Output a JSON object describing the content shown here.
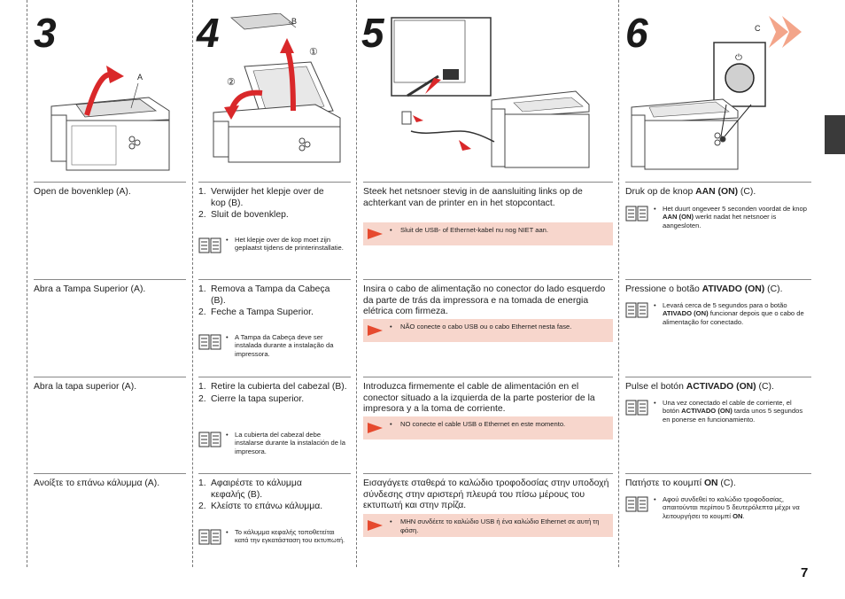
{
  "steps": {
    "s3": "3",
    "s4": "4",
    "s5": "5",
    "s6": "6"
  },
  "labels": {
    "a": "A",
    "b": "B",
    "c": "C",
    "one": "①",
    "two": "②"
  },
  "nl": {
    "s3": "Open de bovenklep (A).",
    "s4_1": "Verwijder het klepje over de kop (B).",
    "s4_2": "Sluit de bovenklep.",
    "s4_note": "Het klepje over de kop moet zijn geplaatst tijdens de printerinstallatie.",
    "s5": "Steek het netsnoer stevig in de aansluiting links op de achterkant van de printer en in het stopcontact.",
    "s5_warn": "Sluit de USB- of Ethernet-kabel nu nog NIET aan.",
    "s6_pre": "Druk op de knop ",
    "s6_bold": "AAN (ON)",
    "s6_post": " (C).",
    "s6_note_pre": "Het duurt ongeveer 5 seconden voordat de knop ",
    "s6_note_bold": "AAN (ON)",
    "s6_note_post": " werkt nadat het netsnoer is aangesloten."
  },
  "pt": {
    "s3": "Abra a Tampa Superior (A).",
    "s4_1": "Remova a Tampa da Cabeça (B).",
    "s4_2": "Feche a Tampa Superior.",
    "s4_note": "A Tampa da Cabeça deve ser instalada durante a instalação da impressora.",
    "s5": "Insira o cabo de alimentação no conector do lado esquerdo da parte de trás da impressora e na tomada de energia elétrica com firmeza.",
    "s5_warn": "NÃO conecte o cabo USB ou o cabo Ethernet nesta fase.",
    "s6_pre": "Pressione o botão ",
    "s6_bold": "ATIVADO (ON)",
    "s6_post": " (C).",
    "s6_note_pre": "Levará cerca de 5 segundos para o botão ",
    "s6_note_bold": "ATIVADO (ON)",
    "s6_note_post": " funcionar depois que o cabo de alimentação for conectado."
  },
  "es": {
    "s3": "Abra la tapa superior (A).",
    "s4_1": "Retire la cubierta del cabezal (B).",
    "s4_2": "Cierre la tapa superior.",
    "s4_note": "La cubierta del cabezal debe instalarse durante la instalación de la impresora.",
    "s5": "Introduzca firmemente el cable de alimentación en el conector situado a la izquierda de la parte posterior de la impresora y a la toma de corriente.",
    "s5_warn": "NO conecte el cable USB o Ethernet en este momento.",
    "s6_pre": "Pulse el botón ",
    "s6_bold": "ACTIVADO (ON)",
    "s6_post": " (C).",
    "s6_note_pre": "Una vez conectado el cable de corriente, el botón ",
    "s6_note_bold": "ACTIVADO (ON)",
    "s6_note_post": " tarda unos 5 segundos en ponerse en funcionamiento."
  },
  "el": {
    "s3": "Ανοίξτε το επάνω κάλυμμα (A).",
    "s4_1": "Αφαιρέστε το κάλυμμα κεφαλής (B).",
    "s4_2": "Κλείστε το επάνω κάλυμμα.",
    "s4_note": "Το κάλυμμα κεφαλής τοποθετείται κατά την εγκατάσταση του εκτυπωτή.",
    "s5": "Εισαγάγετε σταθερά το καλώδιο τροφοδοσίας στην υποδοχή σύνδεσης στην αριστερή πλευρά του πίσω μέρους του εκτυπωτή και στην πρίζα.",
    "s5_warn": "ΜΗΝ συνδέετε το καλώδιο USB ή ένα καλώδιο Ethernet σε αυτή τη φάση.",
    "s6_pre": "Πατήστε το κουμπί ",
    "s6_bold": "ON",
    "s6_post": " (C).",
    "s6_note_pre": "Αφού συνδεθεί το καλώδιο τροφοδοσίας, απαιτούνται περίπου 5 δευτερόλεπτα μέχρι να λειτουργήσει το κουμπί ",
    "s6_note_bold": "ON",
    "s6_note_post": "."
  },
  "nums": {
    "one": "1.",
    "two": "2.",
    "bullet": "•"
  },
  "page_number": "7",
  "colors": {
    "accent": "#e64a2e",
    "warn_bg": "#f7d6cc",
    "tab": "#3a3a3a",
    "arrow": "#d9282a",
    "chevron": "#f3a58a"
  }
}
